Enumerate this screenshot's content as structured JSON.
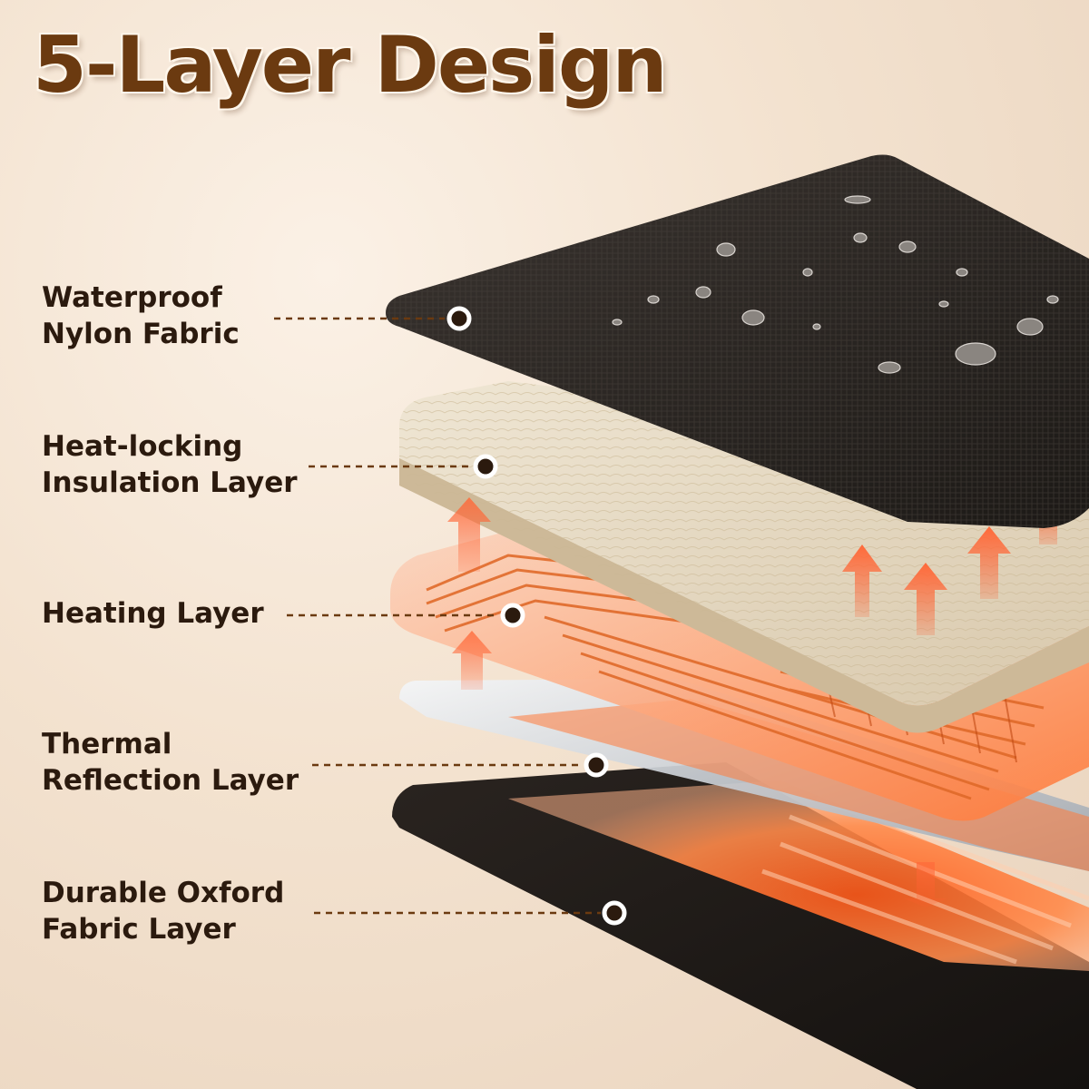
{
  "title": "5-Layer Design",
  "layers": [
    {
      "line1": "Waterproof",
      "line2": "Nylon Fabric"
    },
    {
      "line1": "Heat-locking",
      "line2": "Insulation Layer"
    },
    {
      "line1": "Heating Layer",
      "line2": ""
    },
    {
      "line1": "Thermal",
      "line2": "Reflection Layer"
    },
    {
      "line1": "Durable Oxford",
      "line2": "Fabric Layer"
    }
  ],
  "colors": {
    "title": "#6b3a10",
    "label_text": "#2b1a0e",
    "leader_line": "#6b3a10",
    "heat_glow": "#ff6a2a",
    "fabric": "#2a2420",
    "insulation": "#e7dcc6"
  }
}
